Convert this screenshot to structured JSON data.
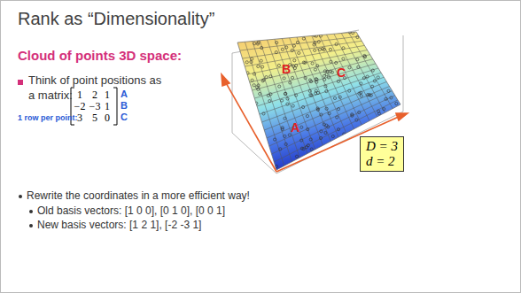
{
  "diagram": {
    "title": "Rank as “Dimensionality”",
    "nodes": [
      {
        "text": [
          "D = 3",
          "d = 2"
        ]
      }
    ],
    "labels": [
      "Cloud of points 3D space:",
      "Think of point positions as a matrix:",
      "1 row per point:",
      "1",
      "2",
      "1",
      "−2",
      "−3",
      "1",
      "3",
      "5",
      "0",
      "A",
      "B",
      "C",
      "B",
      "C",
      "A",
      "Rewrite the coordinates in a more efficient way!",
      "Old basis vectors: [1 0 0], [0 1 0], [0 0 1]",
      "New basis vectors: [1 2 1], [-2 -3 1]"
    ]
  }
}
